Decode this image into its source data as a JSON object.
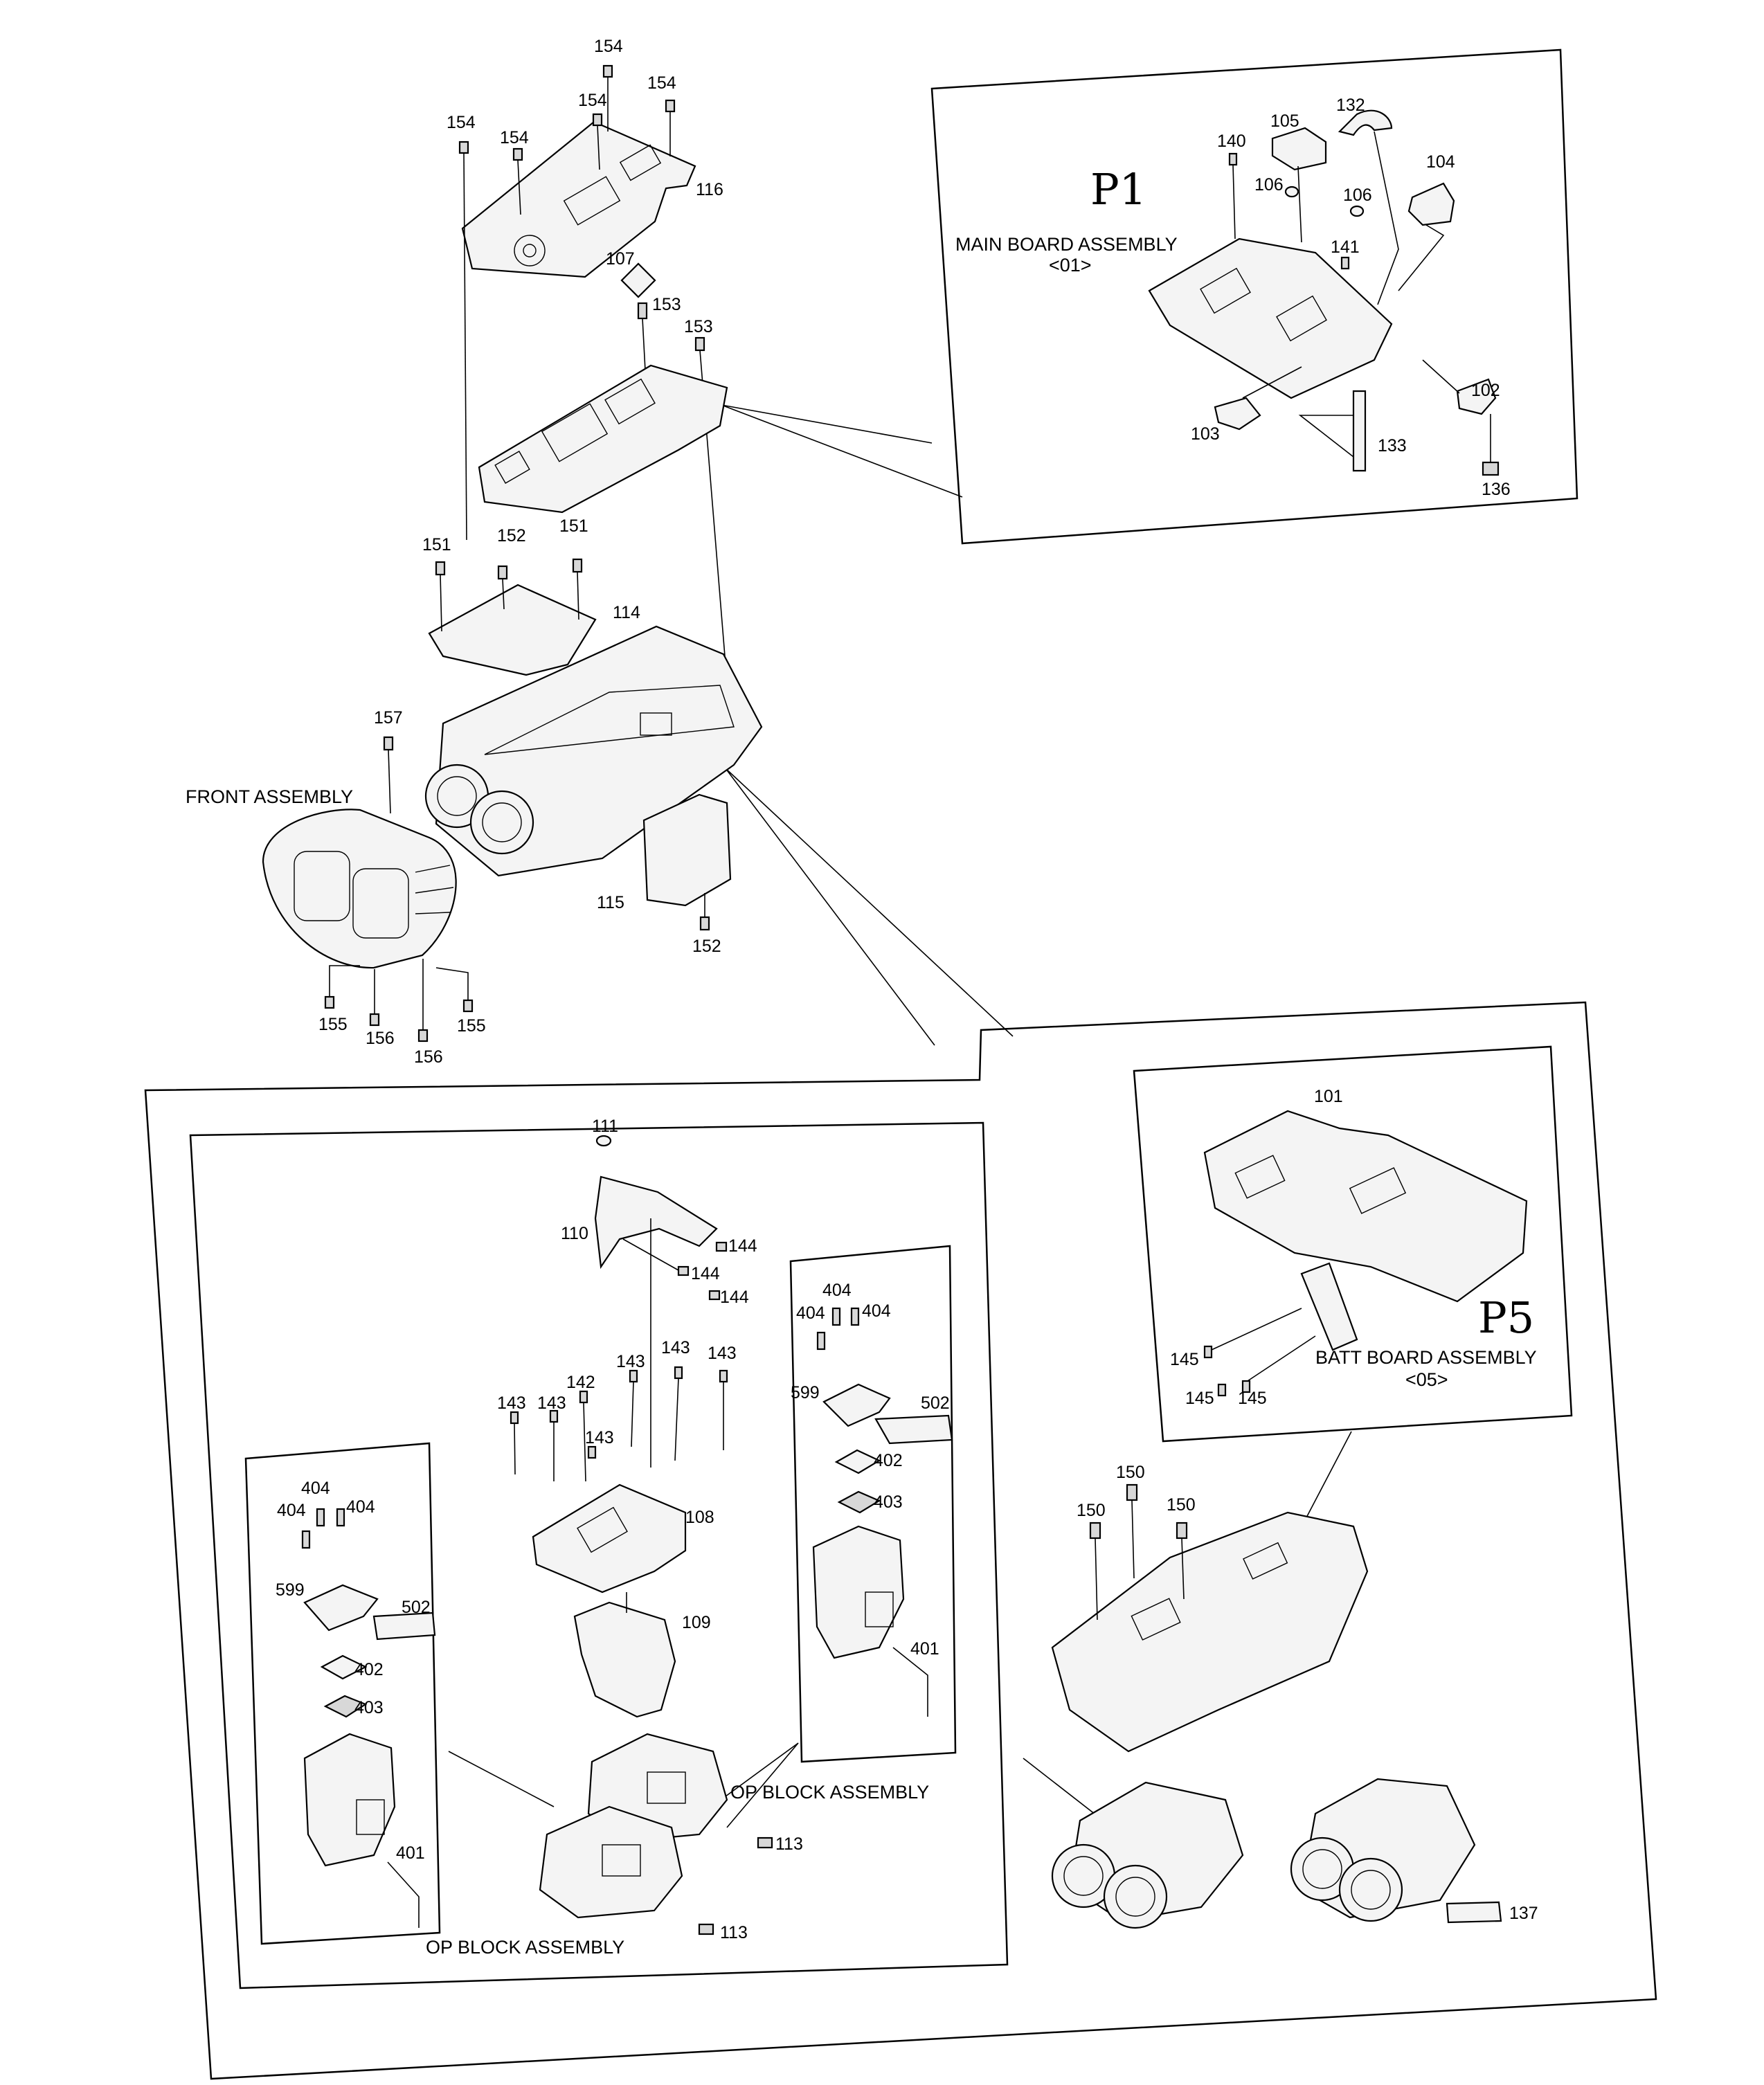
{
  "assemblies": {
    "main_board": {
      "code": "P1",
      "title": "MAIN BOARD ASSEMBLY",
      "sub": "<01>"
    },
    "batt_board": {
      "code": "P5",
      "title": "BATT BOARD ASSEMBLY",
      "sub": "<05>"
    },
    "front": {
      "title": "FRONT ASSEMBLY"
    },
    "op_block_right": {
      "title": "OP BLOCK ASSEMBLY"
    },
    "op_block_left": {
      "title": "OP BLOCK ASSEMBLY"
    }
  },
  "callouts": {
    "c154a": "154",
    "c154b": "154",
    "c154c": "154",
    "c154d": "154",
    "c154e": "154",
    "c116": "116",
    "c107": "107",
    "c153a": "153",
    "c153b": "153",
    "c151a": "151",
    "c152a": "152",
    "c151b": "151",
    "c114": "114",
    "c157": "157",
    "c115": "115",
    "c152b": "152",
    "c155a": "155",
    "c156a": "156",
    "c156b": "156",
    "c155b": "155",
    "c132": "132",
    "c105": "105",
    "c140": "140",
    "c106a": "106",
    "c106b": "106",
    "c104": "104",
    "c141": "141",
    "c102": "102",
    "c103": "103",
    "c133": "133",
    "c136": "136",
    "c101": "101",
    "c145a": "145",
    "c145b": "145",
    "c145c": "145",
    "c150a": "150",
    "c150b": "150",
    "c150c": "150",
    "c137": "137",
    "c111": "111",
    "c110": "110",
    "c144a": "144",
    "c144b": "144",
    "c144c": "144",
    "c143a": "143",
    "c143b": "143",
    "c143c": "143",
    "c143d": "143",
    "c143e": "143",
    "c143f": "143",
    "c142": "142",
    "c108": "108",
    "c109": "109",
    "c113a": "113",
    "c113b": "113",
    "c404a": "404",
    "c404b": "404",
    "c404c": "404",
    "c599a": "599",
    "c502a": "502",
    "c402a": "402",
    "c403a": "403",
    "c401a": "401",
    "c404d": "404",
    "c404e": "404",
    "c404f": "404",
    "c599b": "599",
    "c502b": "502",
    "c402b": "402",
    "c403b": "403",
    "c401b": "401"
  }
}
